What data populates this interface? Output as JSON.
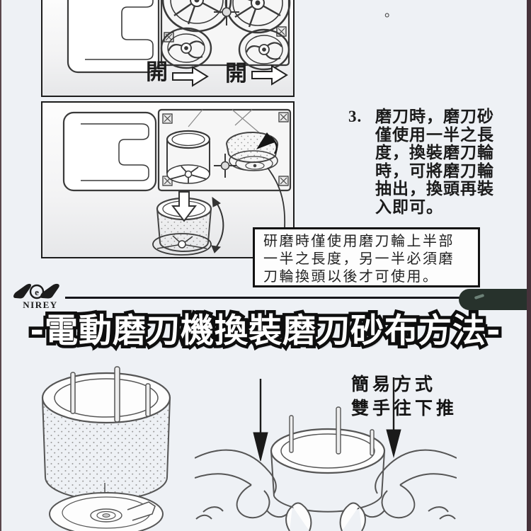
{
  "meta": {
    "page_background": "#eef1f5",
    "frame_color": "#46323a",
    "capsule_color": "#27322c",
    "title_fill_color": "#ffffff",
    "title_outline_color": "#0e0e0e"
  },
  "cutoff": {
    "trailing_period": "。"
  },
  "diagram_open": {
    "open_labels": [
      "開",
      "開"
    ]
  },
  "step3": {
    "number": "3.",
    "lines": [
      "磨刀時，磨刀砂",
      "僅使用一半之長",
      "度，換裝磨刀輪",
      "時，可將磨刀輪",
      "抽出，換頭再裝",
      "入即可。"
    ]
  },
  "note": {
    "lines": [
      "研磨時僅使用磨刀輪上半部",
      "一半之長度，另一半必須磨",
      "刀輪換頭以後才可使用。"
    ]
  },
  "brand": {
    "name": "NIREY",
    "emblem_letter": "e"
  },
  "title": {
    "text": "-電動磨刀機換裝磨刀砂布方法-"
  },
  "bottom_caption": {
    "line1": "簡易方式",
    "line2": "雙手往下推"
  },
  "icons": {
    "open_arrow": "right-hollow-arrow",
    "push_arrow": "down-black-arrow"
  }
}
